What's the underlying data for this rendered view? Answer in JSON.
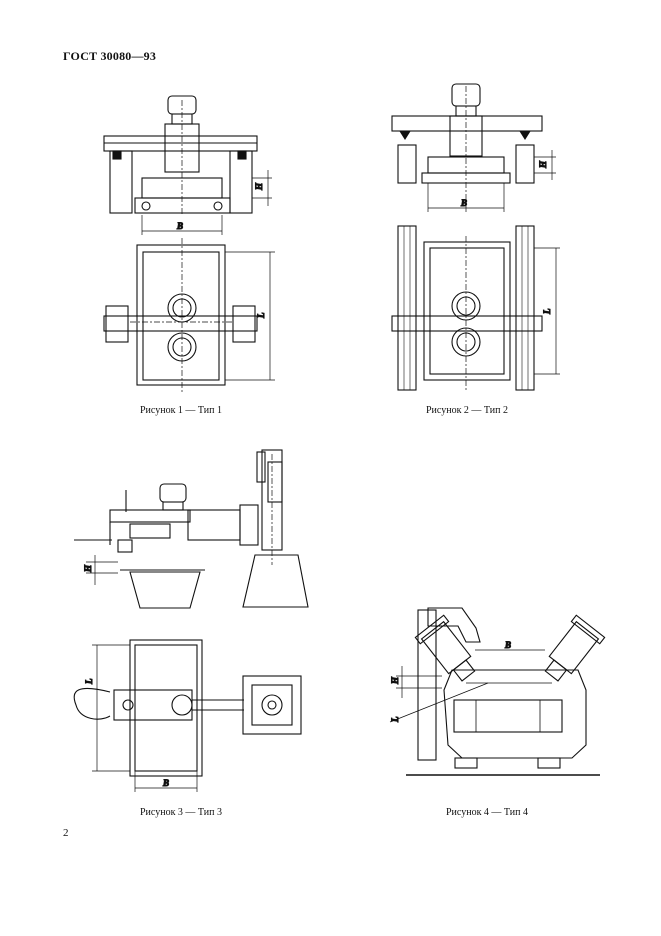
{
  "header": {
    "title": "ГОСТ 30080—93"
  },
  "figures": [
    {
      "caption": "Рисунок 1 — Тип 1",
      "dims": {
        "width": "B",
        "height": "H",
        "length": "L"
      }
    },
    {
      "caption": "Рисунок 2 — Тип 2",
      "dims": {
        "width": "B",
        "height": "H",
        "length": "L"
      }
    },
    {
      "caption": "Рисунок 3 — Тип 3",
      "dims": {
        "width": "B",
        "height": "H",
        "length": "L"
      }
    },
    {
      "caption": "Рисунок 4 — Тип 4",
      "dims": {
        "width": "B",
        "height": "H",
        "length": "L"
      }
    }
  ],
  "page_number": "2"
}
